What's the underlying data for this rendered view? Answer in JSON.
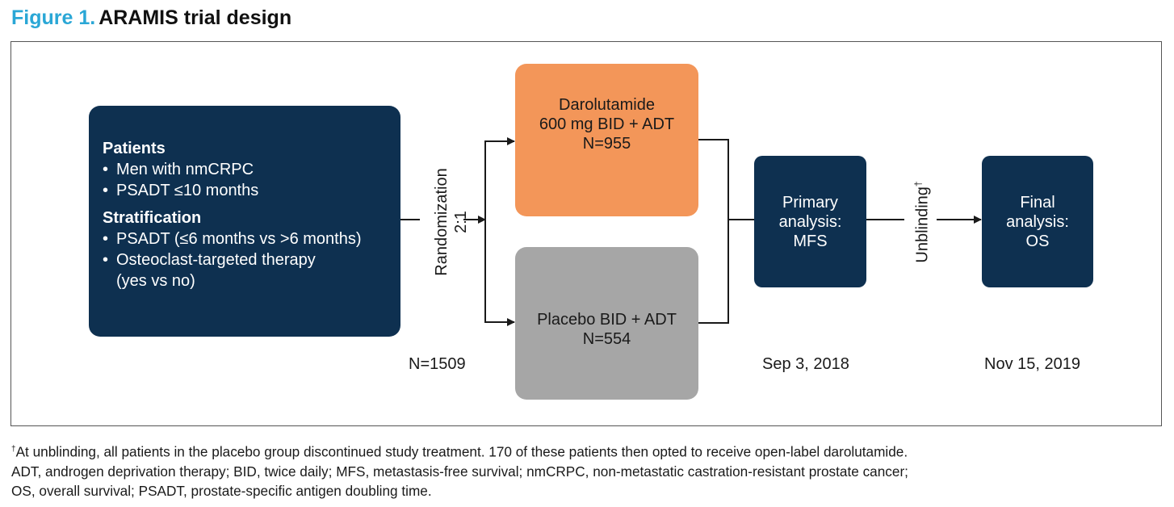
{
  "figure": {
    "number": "Figure 1.",
    "title": "ARAMIS trial design",
    "number_color": "#2aa7d6"
  },
  "patients_box": {
    "heading1": "Patients",
    "items1": [
      "Men with nmCRPC",
      "PSADT ≤10 months"
    ],
    "heading2": "Stratification",
    "items2": [
      "PSADT (≤6 months vs >6 months)",
      "Osteoclast-targeted therapy",
      "(yes vs no)"
    ]
  },
  "randomization": {
    "line1": "Randomization",
    "line2": "2:1"
  },
  "arms": {
    "darolutamide": {
      "line1": "Darolutamide",
      "line2": "600 mg BID + ADT",
      "line3": "N=955",
      "color": "#f39659"
    },
    "placebo": {
      "line1": "Placebo BID + ADT",
      "line2": "N=554",
      "color": "#a6a6a6"
    }
  },
  "primary": {
    "line1": "Primary",
    "line2": "analysis:",
    "line3": "MFS"
  },
  "unblinding": {
    "label": "Unblinding",
    "mark": "†"
  },
  "final": {
    "line1": "Final",
    "line2": "analysis:",
    "line3": "OS"
  },
  "labels": {
    "n_total": "N=1509",
    "primary_date": "Sep 3, 2018",
    "final_date": "Nov 15, 2019"
  },
  "colors": {
    "navy": "#0e3050"
  },
  "footnotes": {
    "dagger": "†",
    "line1": "At unblinding, all patients in the placebo group discontinued study treatment. 170 of these patients then opted to receive open-label darolutamide.",
    "line2": "ADT, androgen deprivation therapy; BID, twice daily; MFS, metastasis-free survival; nmCRPC, non-metastatic castration-resistant prostate cancer;",
    "line3": "OS, overall survival; PSADT, prostate-specific antigen doubling time."
  }
}
